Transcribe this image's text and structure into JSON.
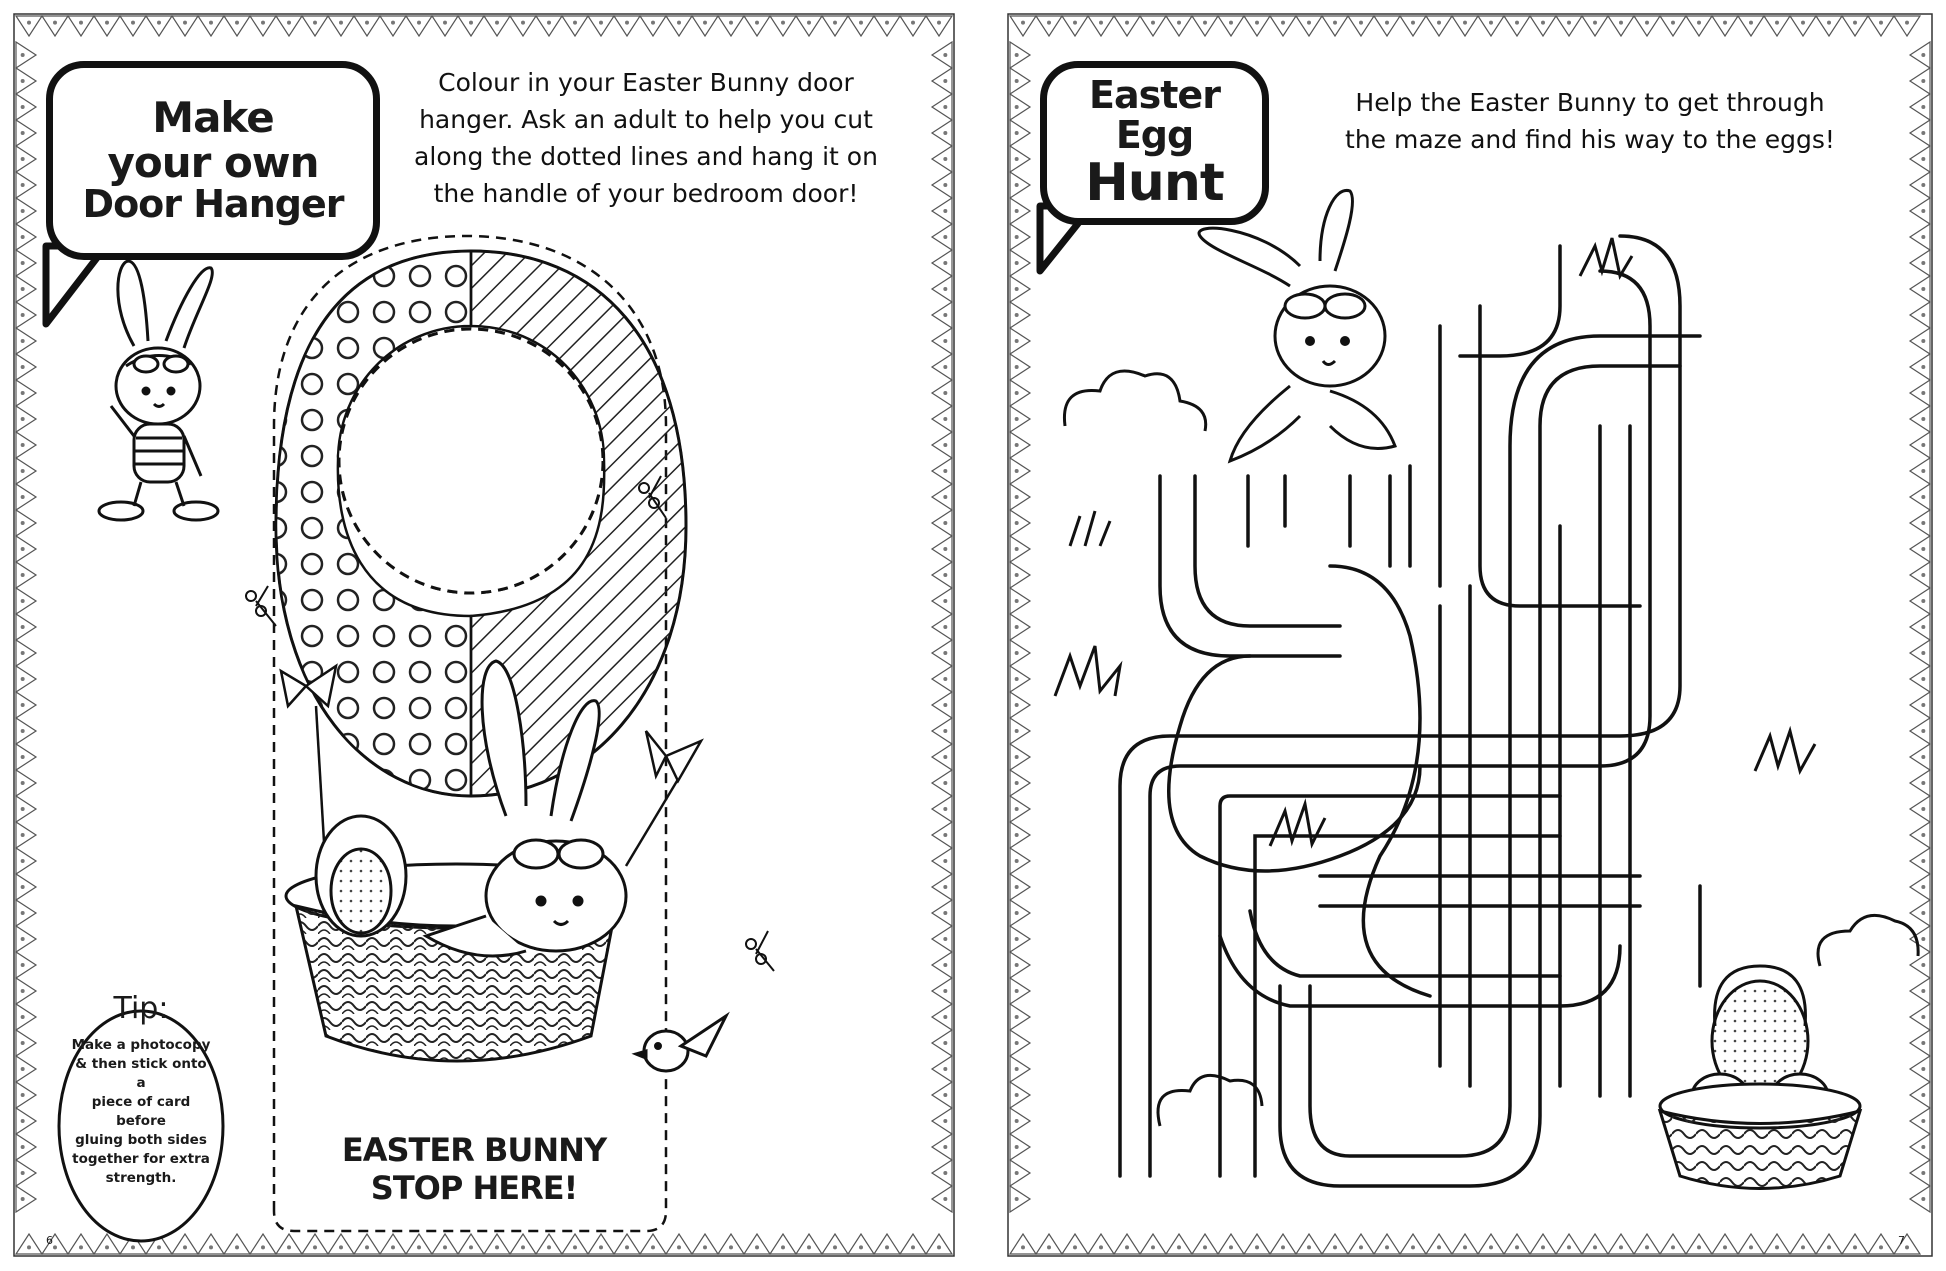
{
  "left_page": {
    "title_lines": [
      "Make",
      "your own",
      "Door Hanger"
    ],
    "instruction_lines": [
      "Colour in your Easter Bunny door",
      "hanger. Ask an adult to help you cut",
      "along the dotted lines and hang it on",
      "the handle of your bedroom door!"
    ],
    "hanger_text": "EASTER BUNNY STOP HERE!",
    "tip": {
      "title": "Tip:",
      "lines": [
        "Make a photocopy",
        "& then stick onto a",
        "piece of card before",
        "gluing both sides",
        "together for extra",
        "strength."
      ]
    },
    "page_number": "6"
  },
  "right_page": {
    "title_lines": [
      "Easter Egg",
      "Hunt"
    ],
    "instruction_lines": [
      "Help the Easter Bunny to get through",
      "the maze and find his way to the eggs!"
    ],
    "page_number": "7"
  }
}
